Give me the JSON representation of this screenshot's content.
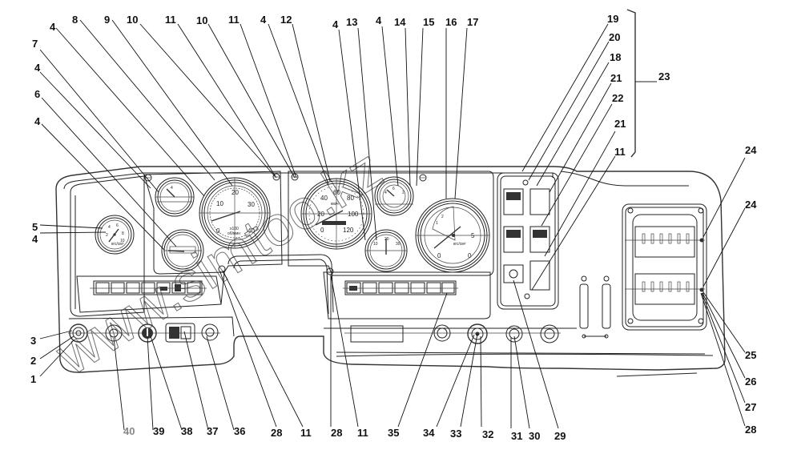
{
  "diagram": {
    "subject": "Instrument panel (dashboard) assembly — exploded callout drawing",
    "watermark": "www.simtoo.kz",
    "callouts": [
      {
        "id": "c1",
        "label": "1"
      },
      {
        "id": "c2",
        "label": "2"
      },
      {
        "id": "c3",
        "label": "3"
      },
      {
        "id": "c4a",
        "label": "4"
      },
      {
        "id": "c5",
        "label": "5"
      },
      {
        "id": "c4b",
        "label": "4"
      },
      {
        "id": "c6",
        "label": "6"
      },
      {
        "id": "c4c",
        "label": "4"
      },
      {
        "id": "c7",
        "label": "7"
      },
      {
        "id": "c4d",
        "label": "4"
      },
      {
        "id": "c8",
        "label": "8"
      },
      {
        "id": "c9",
        "label": "9"
      },
      {
        "id": "c10a",
        "label": "10"
      },
      {
        "id": "c11a",
        "label": "11"
      },
      {
        "id": "c10b",
        "label": "10"
      },
      {
        "id": "c11b",
        "label": "11"
      },
      {
        "id": "c4e",
        "label": "4"
      },
      {
        "id": "c12",
        "label": "12"
      },
      {
        "id": "c4f",
        "label": "4"
      },
      {
        "id": "c13",
        "label": "13"
      },
      {
        "id": "c4g",
        "label": "4"
      },
      {
        "id": "c14",
        "label": "14"
      },
      {
        "id": "c15",
        "label": "15"
      },
      {
        "id": "c16",
        "label": "16"
      },
      {
        "id": "c17",
        "label": "17"
      },
      {
        "id": "c19",
        "label": "19"
      },
      {
        "id": "c20",
        "label": "20"
      },
      {
        "id": "c18",
        "label": "18"
      },
      {
        "id": "c21a",
        "label": "21"
      },
      {
        "id": "c22",
        "label": "22"
      },
      {
        "id": "c21b",
        "label": "21"
      },
      {
        "id": "c11c",
        "label": "11"
      },
      {
        "id": "c23",
        "label": "23"
      },
      {
        "id": "c24a",
        "label": "24"
      },
      {
        "id": "c24b",
        "label": "24"
      },
      {
        "id": "c25",
        "label": "25"
      },
      {
        "id": "c26",
        "label": "26"
      },
      {
        "id": "c27",
        "label": "27"
      },
      {
        "id": "c28a",
        "label": "28"
      },
      {
        "id": "c29",
        "label": "29"
      },
      {
        "id": "c30",
        "label": "30"
      },
      {
        "id": "c31",
        "label": "31"
      },
      {
        "id": "c32",
        "label": "32"
      },
      {
        "id": "c33",
        "label": "33"
      },
      {
        "id": "c34",
        "label": "34"
      },
      {
        "id": "c35",
        "label": "35"
      },
      {
        "id": "c11d",
        "label": "11"
      },
      {
        "id": "c28b",
        "label": "28"
      },
      {
        "id": "c11e",
        "label": "11"
      },
      {
        "id": "c28c",
        "label": "28"
      },
      {
        "id": "c36",
        "label": "36"
      },
      {
        "id": "c37",
        "label": "37"
      },
      {
        "id": "c38",
        "label": "38"
      },
      {
        "id": "c39",
        "label": "39"
      },
      {
        "id": "c40",
        "label": "40"
      }
    ],
    "gauges": {
      "pressure_small": {
        "ticks": [
          "2",
          "4",
          "6",
          "8",
          "10"
        ],
        "unit": "кгс/см²"
      },
      "tachometer": {
        "ticks": [
          "0",
          "10",
          "20",
          "30",
          "40"
        ],
        "unit_line1": "x100",
        "unit_line2": "об/мин"
      },
      "speedometer": {
        "ticks": [
          "0",
          "20",
          "40",
          "60",
          "80",
          "100",
          "120"
        ],
        "unit": "км/ч",
        "odometer": "0000000"
      },
      "combined": {
        "ticks_left": [
          "0",
          "1",
          "2"
        ],
        "ticks_right": [
          "5",
          "0"
        ],
        "unit": "кгс/см²"
      },
      "voltmeter": {
        "ticks": [
          "10",
          "20",
          "30"
        ]
      },
      "temperature": {
        "ticks": [
          "4",
          "6",
          "2"
        ]
      }
    },
    "colors": {
      "line": "#222222",
      "background": "#ffffff",
      "muted_label": "#888888"
    }
  }
}
